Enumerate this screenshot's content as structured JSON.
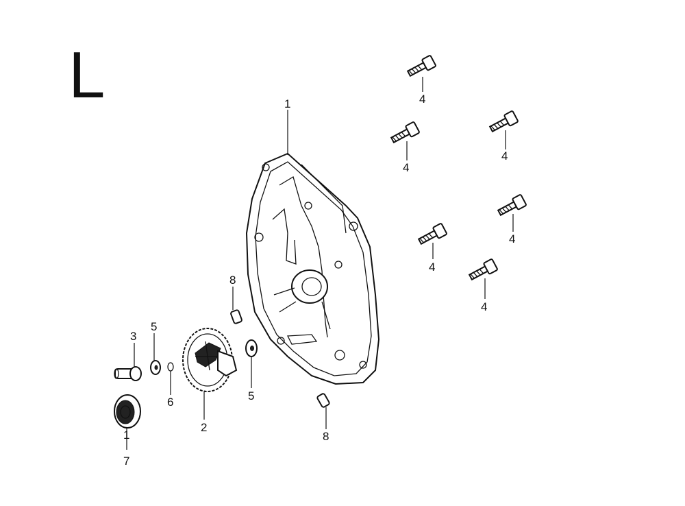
{
  "section_letter": "L",
  "callouts": {
    "crankcase_cover": "1",
    "oil_seal_top": "1",
    "governor_gear": "2",
    "governor_shaft": "3",
    "bolt_a": "4",
    "bolt_b": "4",
    "bolt_c": "4",
    "bolt_d": "4",
    "bolt_e": "4",
    "bolt_f": "4",
    "washer_left": "5",
    "washer_right": "5",
    "clip": "6",
    "oil_seal": "7",
    "dowel_pin_upper": "8",
    "dowel_pin_lower": "8"
  }
}
